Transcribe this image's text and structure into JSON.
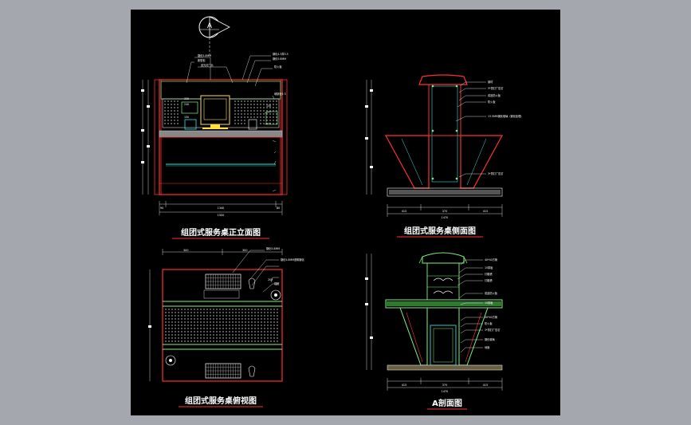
{
  "section_marker": {
    "letter": "A"
  },
  "front_view": {
    "title": "组团式服务桌正立面图",
    "callouts": [
      "钢化5.8MM",
      "新型柜",
      "滤光灯门片",
      "钢化4.3厚3.5",
      "钢化5.8MM",
      "防火板",
      "墙钢化5 5"
    ],
    "small_marks": [
      "330",
      "240",
      "150",
      "135"
    ],
    "dims_bottom_top": [
      "90",
      "1340",
      "80"
    ],
    "dims_bottom_total": "1500"
  },
  "side_view": {
    "title": "组团式服务桌侧面图",
    "callouts": [
      "钢材",
      "3*墨钉广告钉",
      "成品防火板",
      "防火板",
      "13.5MM钢化玻璃（钢化处理）",
      "3*墨钉广告钉"
    ],
    "dims_top": [
      "415",
      "370",
      "415"
    ],
    "dims_total": "1470"
  },
  "plan_view": {
    "title": "组团式服务桌俯视图",
    "dims_top": [
      "300",
      "300"
    ],
    "callouts": [
      "钢化5.8MM",
      "钢化5.8MM透明钢化",
      "200",
      "插座"
    ]
  },
  "section_view": {
    "title": "A剖面图",
    "callouts": [
      "40*40方管",
      "15厚板",
      "灯箱槽",
      "灯箱槽",
      "成品防火板",
      "15厚板",
      "40*40方管",
      "防火板",
      "3*墨钉广告钉",
      "钢化玻璃",
      "地面"
    ],
    "dims_top": [
      "415",
      "370",
      "415"
    ],
    "dims_total": "1470"
  },
  "colors": {
    "background": "#a4a7ad",
    "sheet": "#000000",
    "outline": "#ff3030",
    "detail": "#7cf27c",
    "edge": "#30e0e0",
    "text": "#ffffff"
  }
}
